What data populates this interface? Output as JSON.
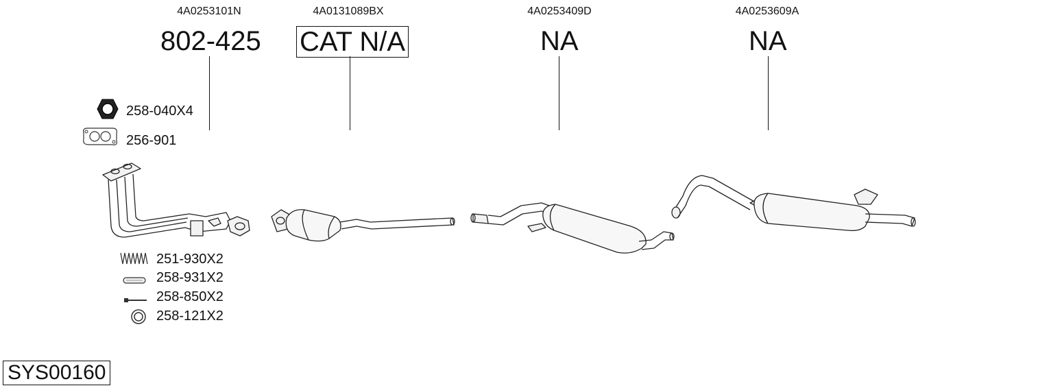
{
  "system_code": "SYS00160",
  "sections": [
    {
      "oe_number": "4A0253101N",
      "part_number": "802-425"
    },
    {
      "oe_number": "4A0131089BX",
      "part_number": "CAT N/A"
    },
    {
      "oe_number": "4A0253409D",
      "part_number": "NA"
    },
    {
      "oe_number": "4A0253609A",
      "part_number": "NA"
    }
  ],
  "fittings_top": [
    {
      "part_number": "258-040X4",
      "icon": "hex-nut-icon"
    },
    {
      "part_number": "256-901",
      "icon": "flange-gasket-icon"
    }
  ],
  "fittings_bottom": [
    {
      "part_number": "251-930X2",
      "icon": "spring-icon"
    },
    {
      "part_number": "258-931X2",
      "icon": "sleeve-icon"
    },
    {
      "part_number": "258-850X2",
      "icon": "bolt-icon"
    },
    {
      "part_number": "258-121X2",
      "icon": "ring-gasket-icon"
    }
  ]
}
